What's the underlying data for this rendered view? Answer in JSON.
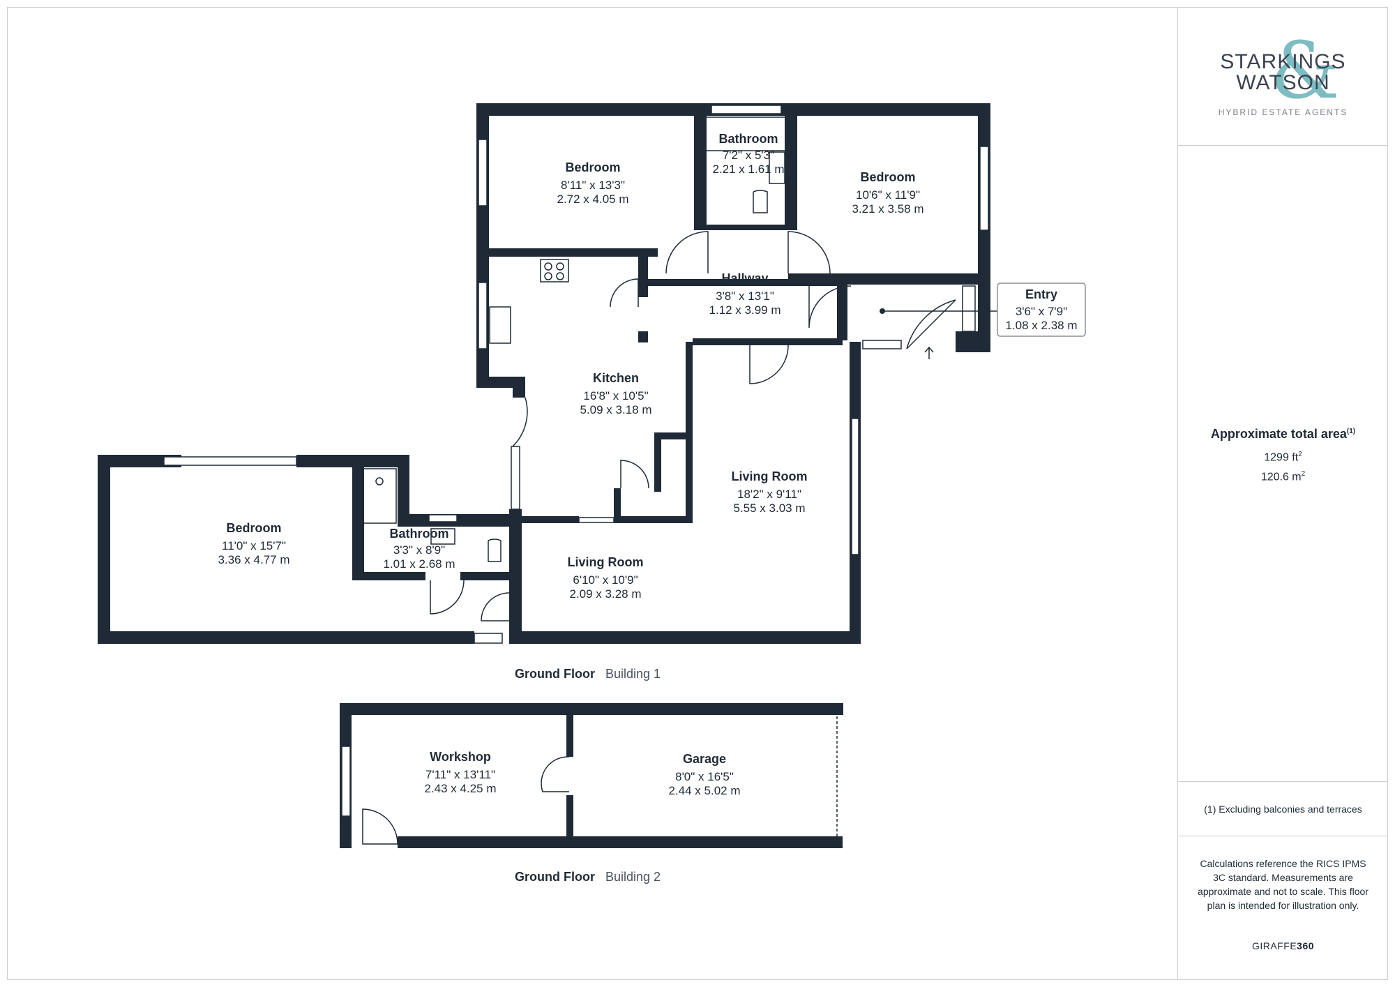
{
  "brand": {
    "logo_line1": "STARKINGS",
    "logo_line2": "WATSON",
    "logo_symbol": "&",
    "tagline": "HYBRID ESTATE AGENTS",
    "accent_color": "#7cbcc2"
  },
  "summary": {
    "title": "Approximate total area",
    "title_mark": "(1)",
    "area_ft": "1299 ft",
    "area_m": "120.6 m",
    "square_mark": "2"
  },
  "footnote": "(1) Excluding balconies and terraces",
  "disclaimer": "Calculations reference the RICS IPMS 3C standard. Measurements are approximate and not to scale. This floor plan is intended for illustration only.",
  "credit": {
    "part1": "GIRAFFE",
    "part2": "360"
  },
  "wall_color": "#1f2a36",
  "buildings": [
    {
      "floor": "Ground Floor",
      "name": "Building 1"
    },
    {
      "floor": "Ground Floor",
      "name": "Building 2"
    }
  ],
  "rooms": {
    "bedroom1": {
      "name": "Bedroom",
      "imperial": "8'11\" x 13'3\"",
      "metric": "2.72 x 4.05 m"
    },
    "bathroom1": {
      "name": "Bathroom",
      "imperial": "7'2\" x 5'3\"",
      "metric": "2.21 x 1.61 m"
    },
    "bedroom2": {
      "name": "Bedroom",
      "imperial": "10'6\" x 11'9\"",
      "metric": "3.21 x 3.58 m"
    },
    "hallway": {
      "name": "Hallway",
      "imperial": "3'8\" x 13'1\"",
      "metric": "1.12 x 3.99 m"
    },
    "entry": {
      "name": "Entry",
      "imperial": "3'6\" x 7'9\"",
      "metric": "1.08 x 2.38 m"
    },
    "kitchen": {
      "name": "Kitchen",
      "imperial": "16'8\" x 10'5\"",
      "metric": "5.09 x 3.18 m"
    },
    "living1": {
      "name": "Living Room",
      "imperial": "18'2\" x 9'11\"",
      "metric": "5.55 x 3.03 m"
    },
    "bedroom3": {
      "name": "Bedroom",
      "imperial": "11'0\" x 15'7\"",
      "metric": "3.36 x 4.77 m"
    },
    "bathroom2": {
      "name": "Bathroom",
      "imperial": "3'3\" x 8'9\"",
      "metric": "1.01 x 2.68 m"
    },
    "living2": {
      "name": "Living Room",
      "imperial": "6'10\" x 10'9\"",
      "metric": "2.09 x 3.28 m"
    },
    "workshop": {
      "name": "Workshop",
      "imperial": "7'11\" x 13'11\"",
      "metric": "2.43 x 4.25 m"
    },
    "garage": {
      "name": "Garage",
      "imperial": "8'0\" x 16'5\"",
      "metric": "2.44 x 5.02 m"
    }
  }
}
